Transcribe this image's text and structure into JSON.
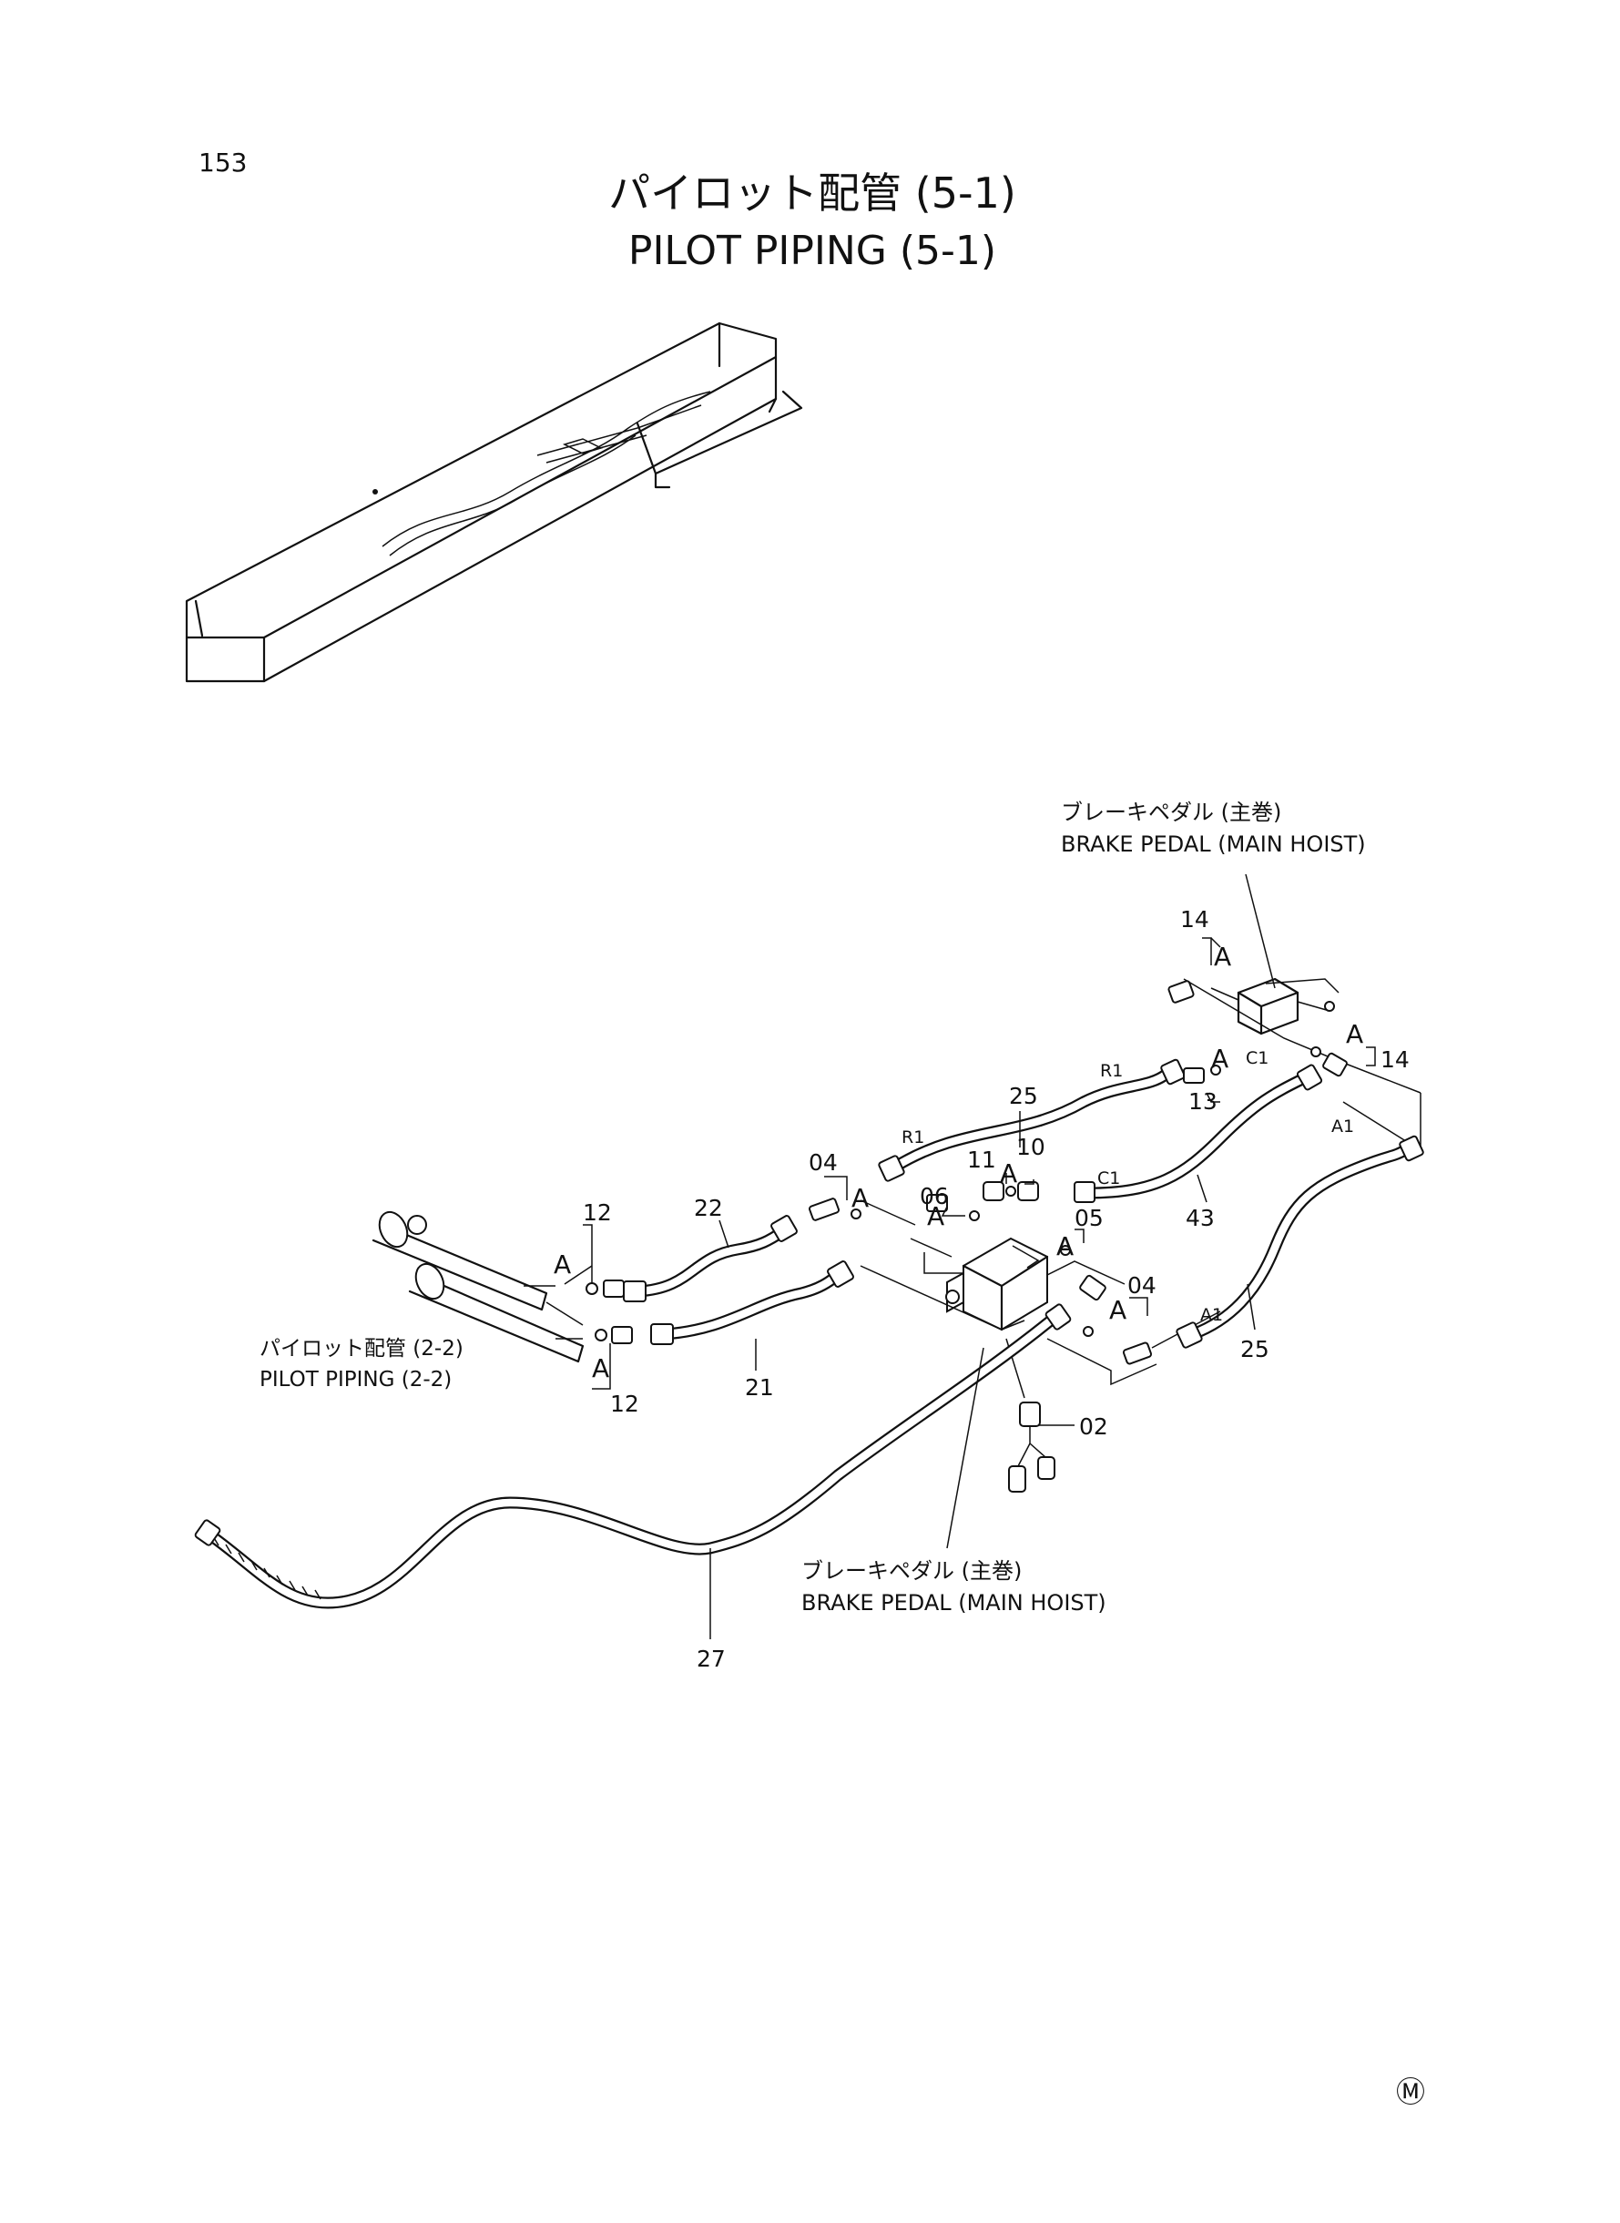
{
  "page": {
    "number": "153",
    "title_jp": "パイロット配管 (5-1)",
    "title_en": "PILOT PIPING (5-1)",
    "corner_mark": "Ⓜ"
  },
  "annotations": {
    "brake_pedal_top_jp": "ブレーキペダル (主巻)",
    "brake_pedal_top_en": "BRAKE PEDAL (MAIN HOIST)",
    "brake_pedal_bottom_jp": "ブレーキペダル (主巻)",
    "brake_pedal_bottom_en": "BRAKE PEDAL (MAIN HOIST)",
    "pilot_piping_ref_jp": "パイロット配管 (2-2)",
    "pilot_piping_ref_en": "PILOT PIPING (2-2)"
  },
  "callouts": {
    "c14a": "14",
    "c14b": "14",
    "c13": "13",
    "c25a": "25",
    "c25b": "25",
    "c11": "11",
    "c10": "10",
    "c06": "06",
    "c05": "05",
    "c04a": "04",
    "c04b": "04",
    "c43": "43",
    "c22": "22",
    "c21": "21",
    "c12a": "12",
    "c12b": "12",
    "c02": "02",
    "c27": "27"
  },
  "port_labels": {
    "r1_top": "R1",
    "r1_left": "R1",
    "c1_top": "C1",
    "c1_mid": "C1",
    "a1_right": "A1",
    "a1_low": "A1"
  },
  "detail_marker": "A"
}
